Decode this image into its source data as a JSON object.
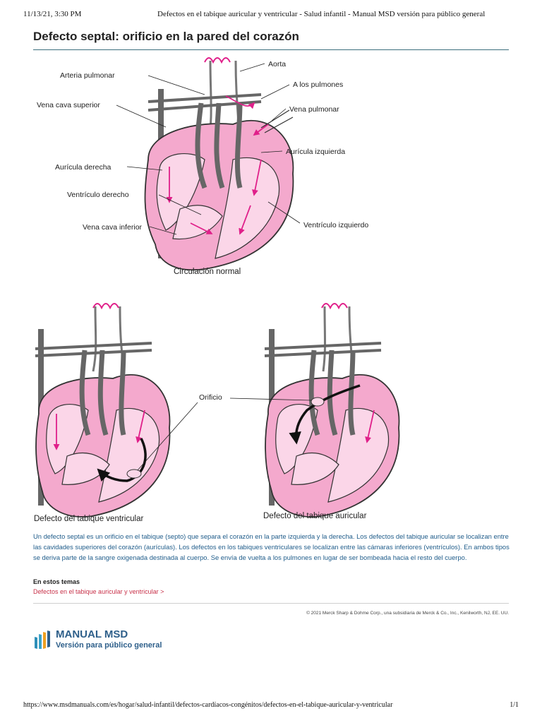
{
  "print_header": {
    "datetime": "11/13/21, 3:30 PM",
    "page_title": "Defectos en el tabique auricular y ventricular - Salud infantil - Manual MSD versión para público general"
  },
  "article": {
    "title": "Defecto septal: orificio en la pared del corazón"
  },
  "figure": {
    "normal": {
      "labels": {
        "arteria_pulmonar": "Arteria pulmonar",
        "vena_cava_superior": "Vena cava superior",
        "auricula_derecha": "Aurícula derecha",
        "ventriculo_derecho": "Ventrículo derecho",
        "vena_cava_inferior": "Vena cava inferior",
        "aorta": "Aorta",
        "a_los_pulmones": "A los pulmones",
        "vena_pulmonar": "Vena pulmonar",
        "auricula_izquierda": "Aurícula izquierda",
        "ventriculo_izquierdo": "Ventrículo izquierdo"
      },
      "caption": "Circulación normal"
    },
    "defects": {
      "orificio_label": "Orificio",
      "ventricular_caption": "Defecto del tabique ventricular",
      "atrial_caption": "Defecto del tabique auricular"
    },
    "colors": {
      "heart_fill": "#f4a9cd",
      "chamber_fill": "#fbd6e8",
      "vessel": "#666666",
      "flow_arrow": "#e0208a"
    }
  },
  "caption": "Un defecto septal es un orificio en el tabique (septo) que separa el corazón en la parte izquierda y la derecha. Los defectos del tabique auricular se localizan entre las cavidades superiores del corazón (aurículas). Los defectos en los tabiques ventriculares se localizan entre las cámaras inferiores (ventrículos). En ambos tipos se deriva parte de la sangre oxigenada destinada al cuerpo. Se envía de vuelta a los pulmones en lugar de ser bombeada hacia el resto del cuerpo.",
  "related": {
    "label": "En estos temas",
    "link": "Defectos en el tabique auricular y ventricular >"
  },
  "copyright": "© 2021 Merck Sharp & Dohme Corp., una subsidiaria de Merck & Co., Inc., Kenilworth, NJ, EE. UU.",
  "brand": {
    "name": "MANUAL MSD",
    "subtitle": "Versión para público general"
  },
  "print_footer": {
    "url": "https://www.msdmanuals.com/es/hogar/salud-infantil/defectos-cardíacos-congénitos/defectos-en-el-tabique-auricular-y-ventricular",
    "page": "1/1"
  }
}
